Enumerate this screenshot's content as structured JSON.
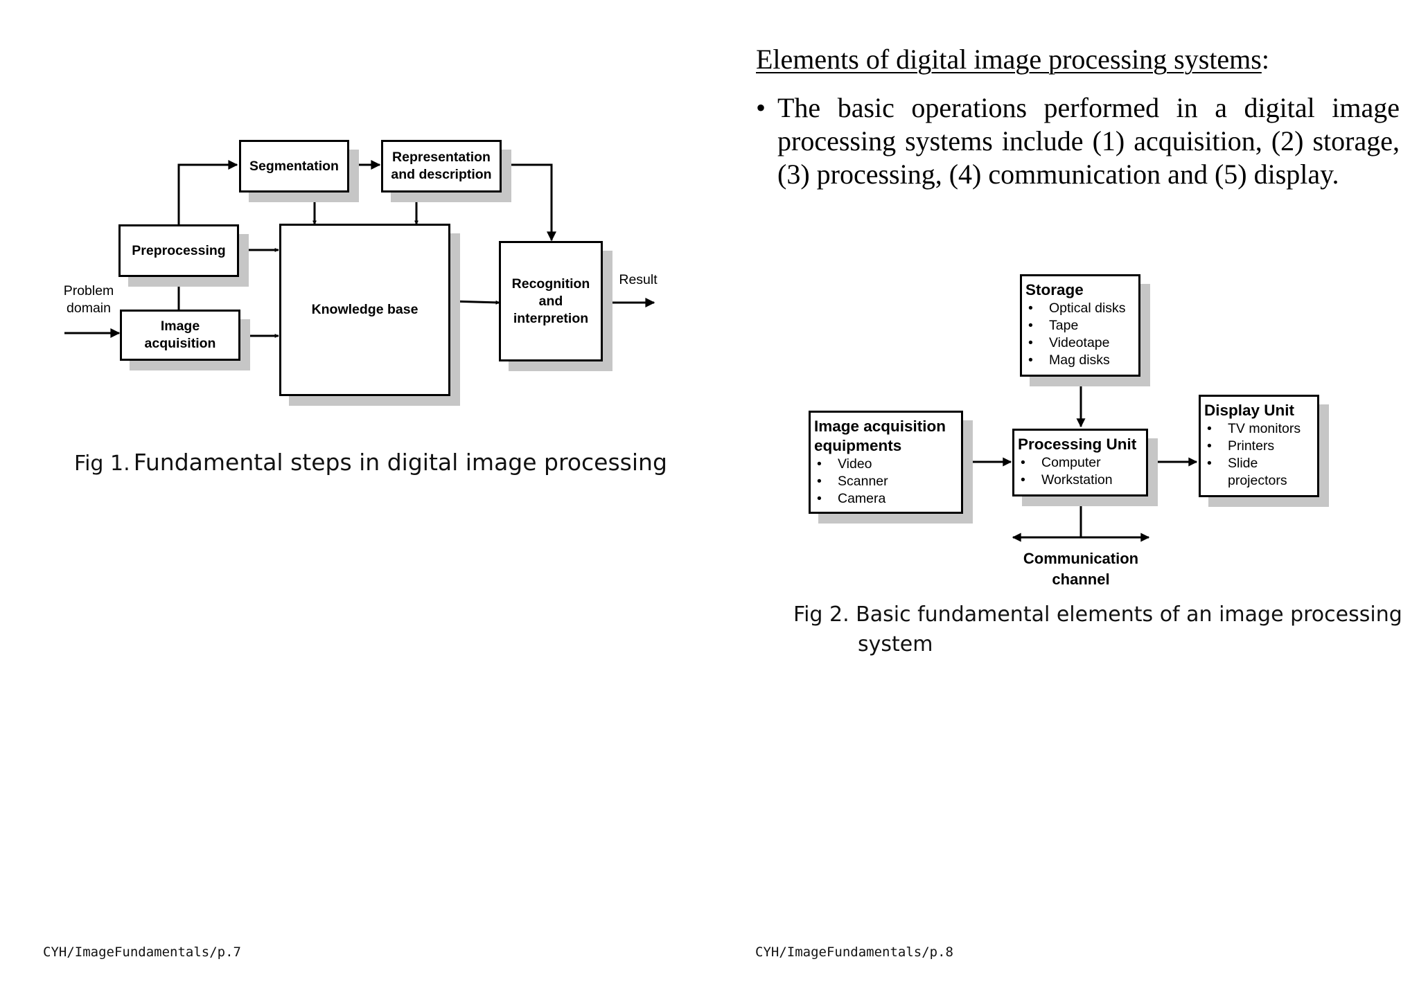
{
  "page7": {
    "fig1": {
      "segmentation": "Segmentation",
      "representation": [
        "Representation",
        "and description"
      ],
      "preprocessing": "Preprocessing",
      "knowledge_base": "Knowledge base",
      "recognition": [
        "Recognition",
        "and",
        "interpretion"
      ],
      "image_acquisition": [
        "Image",
        "acquisition"
      ],
      "problem_domain": [
        "Problem",
        "domain"
      ],
      "result": "Result",
      "caption_prefix": "Fig 1.",
      "caption_text": "Fundamental steps in digital image processing"
    },
    "footer": "CYH/ImageFundamentals/p.7"
  },
  "page8": {
    "heading": "Elements of digital image processing systems",
    "heading_suffix": ":",
    "bullet_text": "The basic operations performed in a digital image processing systems include (1) acquisition, (2) storage, (3) processing, (4) communication and (5) display.",
    "fig2": {
      "storage": {
        "title": "Storage",
        "items": [
          "Optical disks",
          "Tape",
          "Videotape",
          "Mag disks"
        ]
      },
      "acquisition": {
        "title": [
          "Image acquisition",
          "equipments"
        ],
        "items": [
          "Video",
          "Scanner",
          "Camera"
        ]
      },
      "processing": {
        "title": "Processing Unit",
        "items": [
          "Computer",
          "Workstation"
        ]
      },
      "display": {
        "title": "Display Unit",
        "items": [
          "TV monitors",
          "Printers",
          "Slide projectors"
        ]
      },
      "communication": [
        "Communication",
        "channel"
      ],
      "caption_line1": "Fig 2. Basic fundamental elements of an image processing",
      "caption_line2": "system"
    },
    "footer": "CYH/ImageFundamentals/p.8"
  }
}
